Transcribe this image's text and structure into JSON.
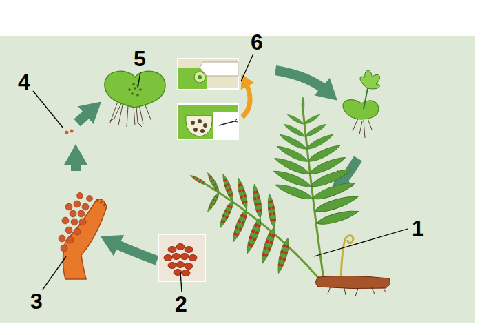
{
  "diagram": {
    "labels": [
      "5",
      "6",
      "4",
      "1",
      "3",
      "2"
    ]
  }
}
